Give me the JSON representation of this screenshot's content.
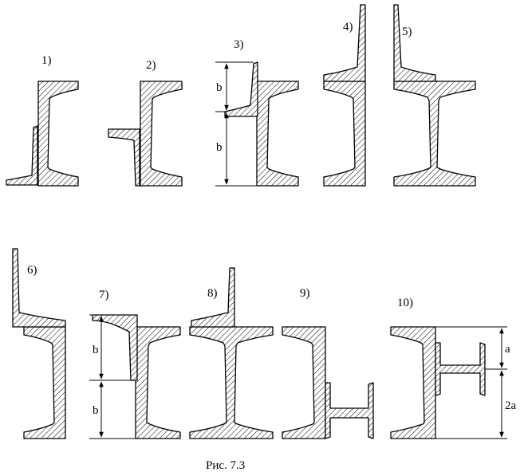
{
  "figure": {
    "caption": "Рис. 7.3",
    "labels": [
      "1)",
      "2)",
      "3)",
      "4)",
      "5)",
      "6)",
      "7)",
      "8)",
      "9)",
      "10)"
    ],
    "dimensions": {
      "fig3_upper": "b",
      "fig3_lower": "b",
      "fig7_upper": "b",
      "fig7_lower": "b",
      "fig10_upper": "a",
      "fig10_lower": "2a"
    }
  }
}
